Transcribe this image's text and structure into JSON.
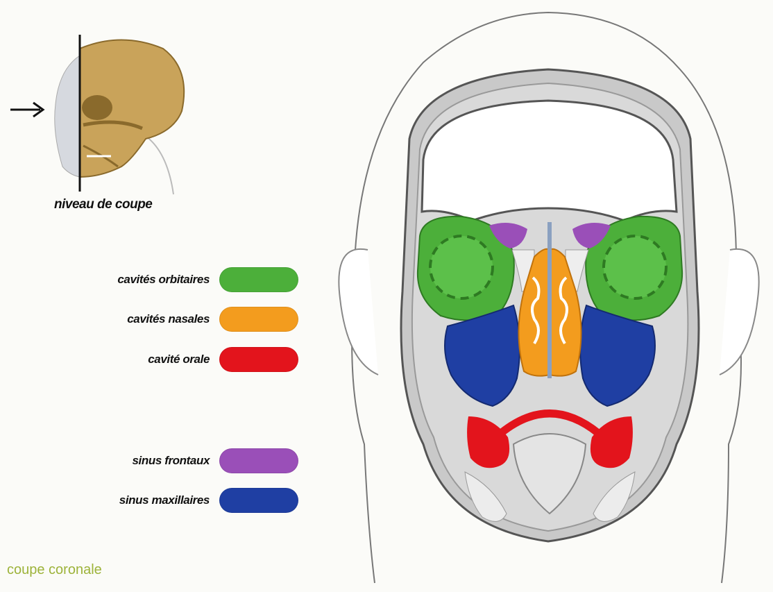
{
  "cut_level_label": "niveau de coupe",
  "legend": [
    {
      "label": "cavités orbitaires",
      "color": "#4caf3a"
    },
    {
      "label": "cavités nasales",
      "color": "#f39c1e"
    },
    {
      "label": "cavité orale",
      "color": "#e3141c"
    },
    {
      "label": "sinus frontaux",
      "color": "#9a4fb8"
    },
    {
      "label": "sinus maxillaires",
      "color": "#1f3fa3"
    }
  ],
  "caption": "coupe coronale",
  "colors": {
    "skull": "#c9a35a",
    "bone_gray": "#bdbdbd",
    "outline": "#555555"
  }
}
